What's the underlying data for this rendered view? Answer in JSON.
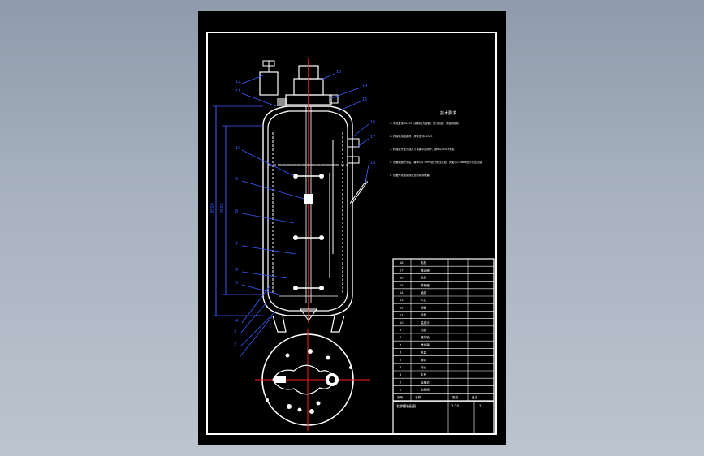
{
  "drawing": {
    "balloons": [
      "1",
      "2",
      "3",
      "4",
      "5",
      "6",
      "7",
      "8",
      "9",
      "10",
      "11",
      "12",
      "13",
      "14",
      "15",
      "16",
      "17",
      "18"
    ],
    "tech_requirements_title": "技术要求",
    "tech_requirements": [
      "1. 本设备按GB150《钢制压力容器》进行制造、试验和验收",
      "2. 焊接采用电弧焊，焊条型号E4303",
      "3. 焊接接头型式及尺寸除图中注明外，按HG20583规定",
      "4. 设备制造完毕后，罐体以0.3MPa进行水压试验，夹套以0.4MPa进行水压试验",
      "5. 设备外表面涂铁红色防锈漆两遍"
    ],
    "dimension_labels": [
      "3500",
      "2500"
    ],
    "parts_table": {
      "rows": [
        {
          "no": "18",
          "name": "电机",
          "qty": "",
          "note": ""
        },
        {
          "no": "17",
          "name": "减速器",
          "qty": "",
          "note": ""
        },
        {
          "no": "16",
          "name": "机架",
          "qty": "",
          "note": ""
        },
        {
          "no": "15",
          "name": "联轴器",
          "qty": "",
          "note": ""
        },
        {
          "no": "14",
          "name": "轴封",
          "qty": "",
          "note": ""
        },
        {
          "no": "13",
          "name": "人孔",
          "qty": "",
          "note": ""
        },
        {
          "no": "12",
          "name": "视镜",
          "qty": "",
          "note": ""
        },
        {
          "no": "11",
          "name": "接管",
          "qty": "",
          "note": ""
        },
        {
          "no": "10",
          "name": "温度计",
          "qty": "",
          "note": ""
        },
        {
          "no": "9",
          "name": "挡板",
          "qty": "",
          "note": ""
        },
        {
          "no": "8",
          "name": "搅拌轴",
          "qty": "",
          "note": ""
        },
        {
          "no": "7",
          "name": "搅拌器",
          "qty": "",
          "note": ""
        },
        {
          "no": "6",
          "name": "夹套",
          "qty": "",
          "note": ""
        },
        {
          "no": "5",
          "name": "筒体",
          "qty": "",
          "note": ""
        },
        {
          "no": "4",
          "name": "封头",
          "qty": "",
          "note": ""
        },
        {
          "no": "3",
          "name": "支座",
          "qty": "",
          "note": ""
        },
        {
          "no": "2",
          "name": "底轴承",
          "qty": "",
          "note": ""
        },
        {
          "no": "1",
          "name": "出料阀",
          "qty": "",
          "note": ""
        }
      ],
      "header": {
        "no": "序号",
        "name": "名称",
        "qty": "数量",
        "note": "备注"
      },
      "title_block": {
        "drawing_title": "发酵罐装配图",
        "school": "",
        "scale": "1:20",
        "sheet": "1"
      }
    }
  }
}
